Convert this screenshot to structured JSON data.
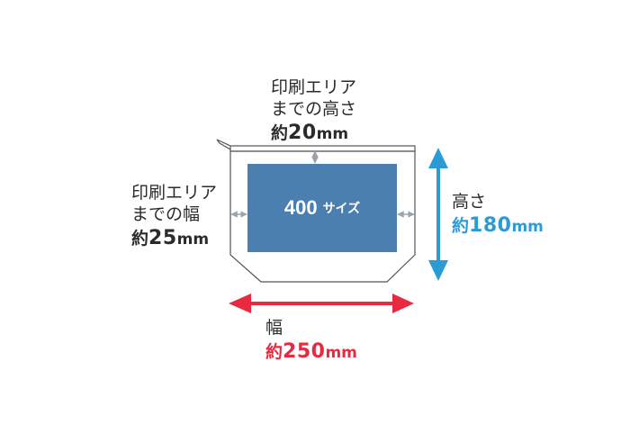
{
  "top_note": {
    "line1": "印刷エリア",
    "line2": "までの高さ",
    "prefix": "約",
    "value": "20",
    "unit": "mm"
  },
  "side_note": {
    "line1": "印刷エリア",
    "line2": "までの幅",
    "prefix": "約",
    "value": "25",
    "unit": "mm"
  },
  "print_area": {
    "number": "400",
    "label": "サイズ"
  },
  "height_dim": {
    "label": "高さ",
    "prefix": "約",
    "value": "180",
    "unit": "mm"
  },
  "width_dim": {
    "label": "幅",
    "prefix": "約",
    "value": "250",
    "unit": "mm"
  },
  "colors": {
    "print_area": "#4a7fb0",
    "height_arrow": "#2b9bd6",
    "width_arrow": "#e8293f",
    "outline": "#555555",
    "small_arrow": "#9aa3ab"
  }
}
